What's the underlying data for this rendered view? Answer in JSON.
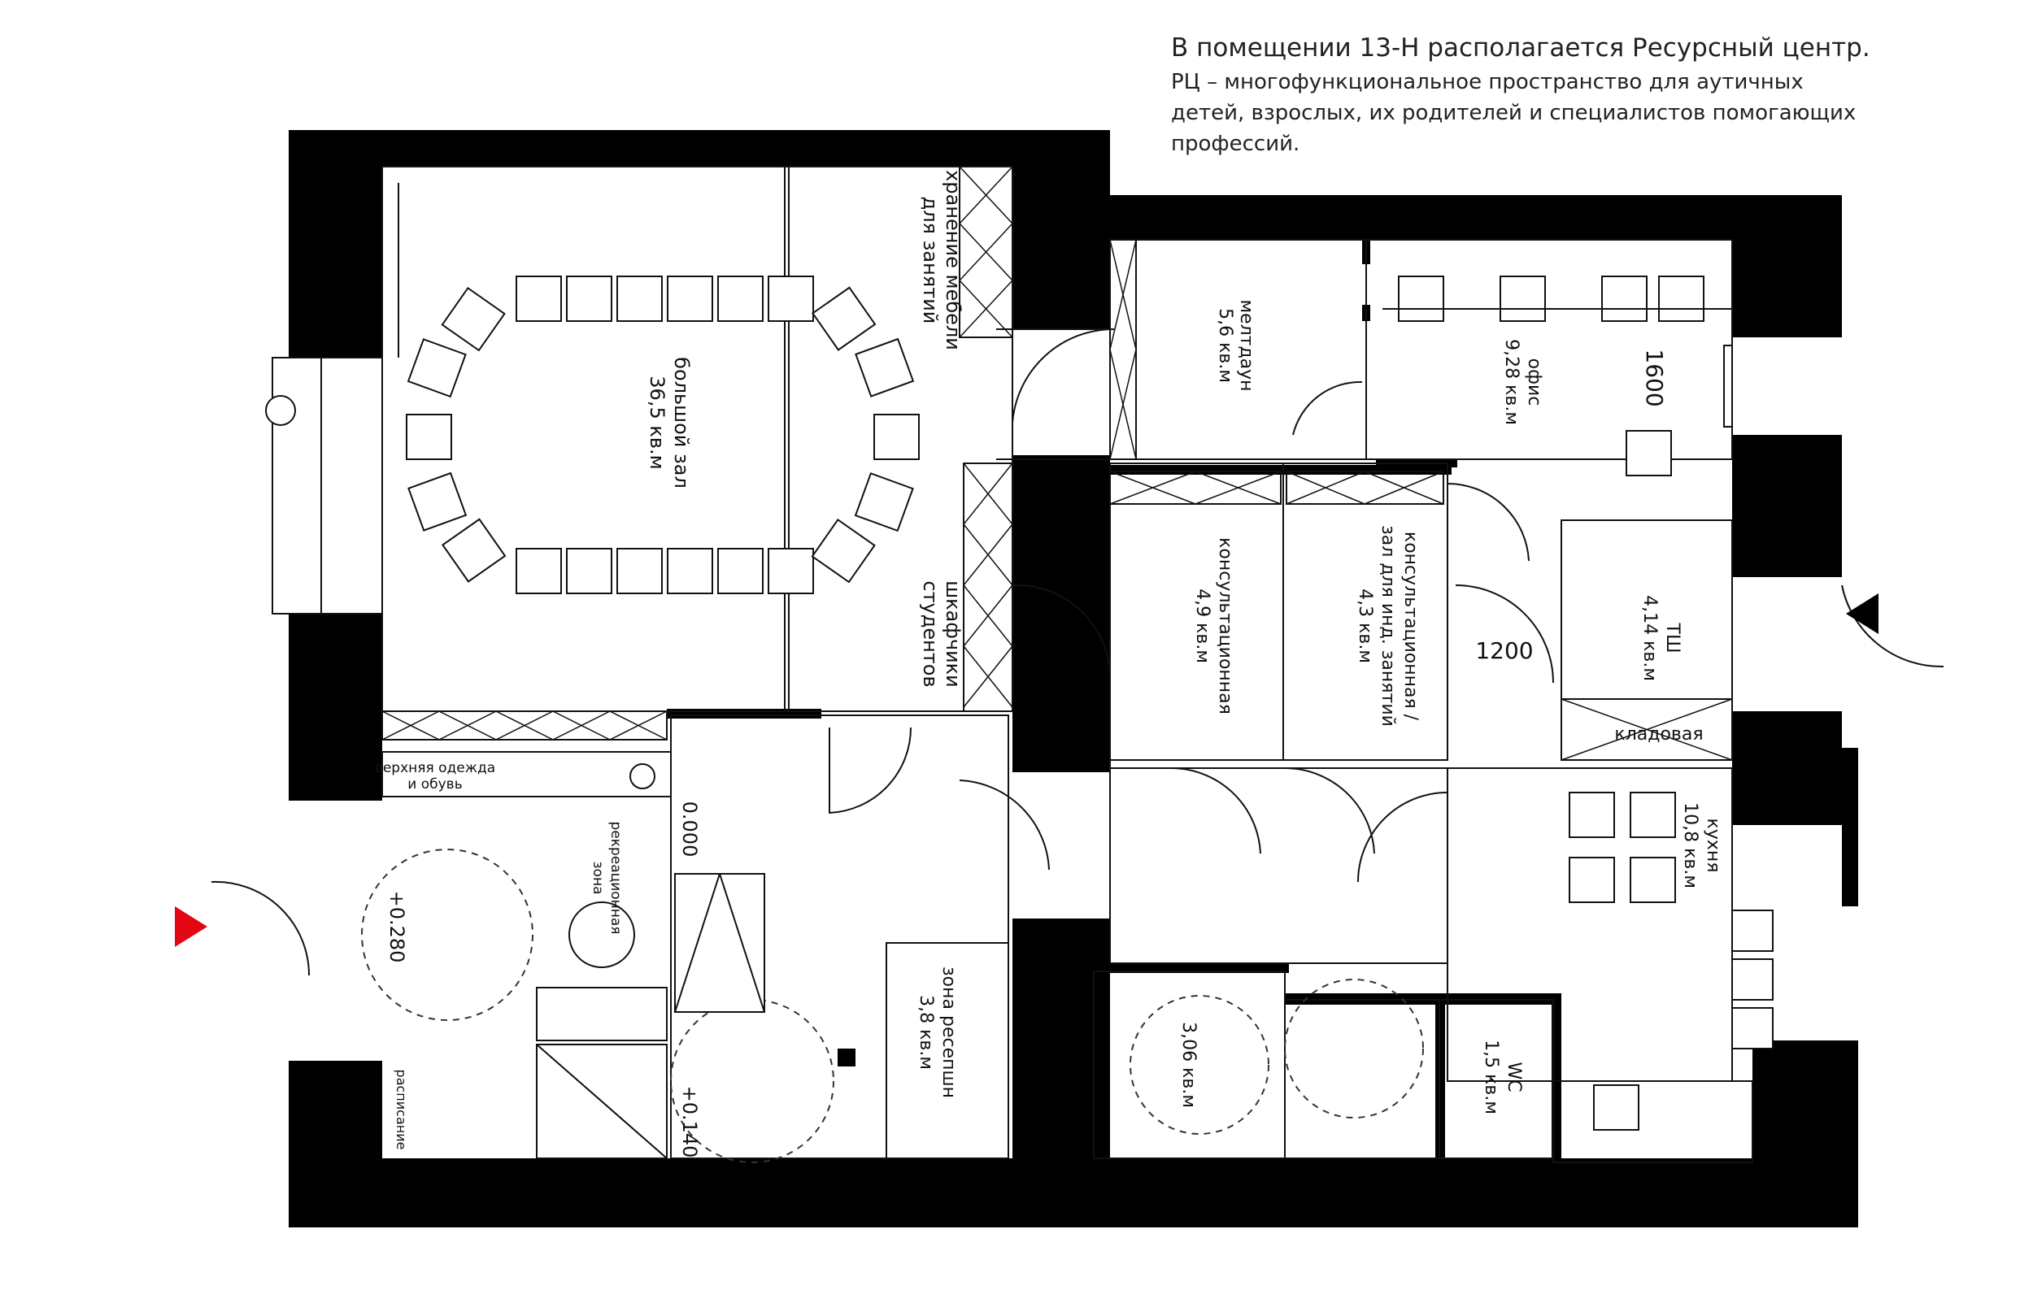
{
  "description": {
    "line1": "В помещении 13-Н располагается Ресурсный центр.",
    "line2": "РЦ – многофункциональное пространство для аутичных",
    "line3": "детей, взрослых, их родителей и специалистов помогающих",
    "line4": "профессий."
  },
  "rooms": {
    "hall_name": "большой зал",
    "hall_area": "36,5 кв.м",
    "storage_l1": "хранение мебели",
    "storage_l2": "для занятий",
    "lockers_l1": "шкафчики",
    "lockers_l2": "студентов",
    "meltdown_name": "мелтдаун",
    "meltdown_area": "5,6 кв.м",
    "office_name": "офис",
    "office_area": "9,28 кв.м",
    "consult_name": "консультационная",
    "consult_area": "4,9 кв.м",
    "consult2_l1": "консультационная /",
    "consult2_l2": "зал для инд. занятий",
    "consult2_area": "4,3 кв.м",
    "shower_name": "ТШ",
    "shower_area": "4,14 кв.м",
    "pantry_name": "кладовая",
    "kitchen_name": "кухня",
    "kitchen_area": "10,8 кв.м",
    "wc2_area": "3,06 кв.м",
    "wc_name": "WC",
    "wc_area": "1,5 кв.м",
    "reception_name": "зона ресепшн",
    "reception_area": "3,8 кв.м",
    "recreation_l1": "рекреационная",
    "recreation_l2": "зона",
    "wardrobe_l1": "верхняя одежда",
    "wardrobe_l2": "и обувь",
    "schedule": "расписание"
  },
  "dimensions": {
    "d1600": "1600",
    "d1200": "1200"
  },
  "levels": {
    "l0": "0.000",
    "l140": "+0.140",
    "l280": "+0.280"
  },
  "colors": {
    "wall": "#000000",
    "entrance_arrow": "#e30613",
    "exit_arrow": "#000000"
  },
  "icons": {
    "entrance": "triangle-right",
    "exit": "triangle-left"
  }
}
